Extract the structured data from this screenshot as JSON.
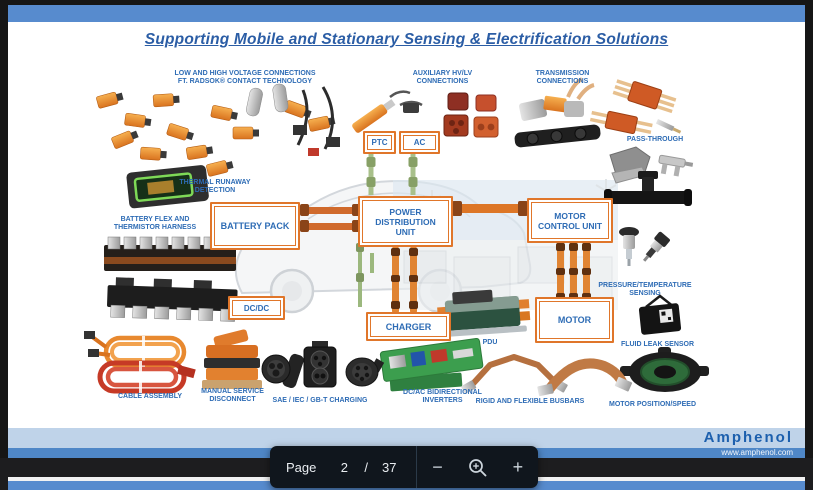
{
  "toolbar": {
    "page_label": "Page",
    "current_page": "2",
    "page_separator": "/",
    "total_pages": "37",
    "zoom_out_glyph": "−",
    "zoom_in_glyph": "+",
    "icons": [
      "zoom-out-icon",
      "magnifier-zoom-icon",
      "zoom-in-icon"
    ]
  },
  "slide": {
    "title": "Supporting Mobile and Stationary Sensing & Electrification Solutions",
    "footer_brand": "Amphenol",
    "footer_url": "www.amphenol.com",
    "boxes": {
      "ptc": "PTC",
      "ac": "AC",
      "battery_pack": "BATTERY PACK",
      "power_distribution_unit": "POWER\nDISTRIBUTION\nUNIT",
      "motor_control_unit": "MOTOR\nCONTROL UNIT",
      "dc_dc": "DC/DC",
      "charger": "CHARGER",
      "motor": "MOTOR"
    },
    "labels": {
      "low_high_voltage": "LOW AND HIGH VOLTAGE CONNECTIONS\nFT. RADSOK® CONTACT TECHNOLOGY",
      "auxiliary": "AUXILIARY HV/LV\nCONNECTIONS",
      "transmission": "TRANSMISSION\nCONNECTIONS",
      "pass_through": "PASS-THROUGH",
      "thermal_runaway": "THERMAL RUNAWAY\nDETECTION",
      "battery_flex": "BATTERY FLEX AND\nTHERMISTOR HARNESS",
      "pressure_temperature": "PRESSURE/TEMPERATURE\nSENSING",
      "fluid_leak": "FLUID LEAK SENSOR",
      "cable_assembly": "CABLE ASSEMBLY",
      "manual_service": "MANUAL SERVICE\nDISCONNECT",
      "sae_charging": "SAE / IEC / GB-T CHARGING",
      "dcac_inverters": "DC/AC BIDIRECTIONAL\nINVERTERS",
      "rigid_busbars": "RIGID AND FLEXIBLE BUSBARS",
      "motor_position": "MOTOR POSITION/SPEED",
      "pdu": "PDU"
    },
    "colors": {
      "header_bar": "#578bce",
      "title_text": "#2b5da5",
      "label_text": "#2e6cb5",
      "box_border": "#e0762a",
      "footer_light": "#bfd3e9",
      "footer_bar": "#4f87c7",
      "brand_text": "#1c5fad",
      "toolbar_bg": "#10161d"
    }
  }
}
